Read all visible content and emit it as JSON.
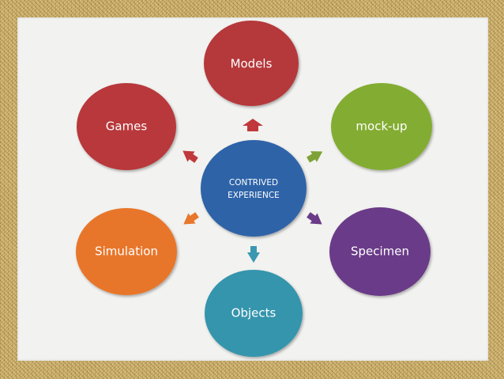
{
  "diagram": {
    "center": {
      "lines": [
        "CONTRIVED",
        "EXPERIENCE"
      ],
      "color": "#2d64a8"
    },
    "nodes": [
      {
        "id": "models",
        "label": "Models",
        "color": "#b5373a",
        "arrow": "#c0383b"
      },
      {
        "id": "mock-up",
        "label": "mock-up",
        "color": "#83ac32",
        "arrow": "#7ea236"
      },
      {
        "id": "specimen",
        "label": "Specimen",
        "color": "#6b3a88",
        "arrow": "#6b3a88"
      },
      {
        "id": "objects",
        "label": "Objects",
        "color": "#3595ad",
        "arrow": "#3a98b0"
      },
      {
        "id": "simulation",
        "label": "Simulation",
        "color": "#e8762b",
        "arrow": "#e8762b"
      },
      {
        "id": "games",
        "label": "Games",
        "color": "#b8373a",
        "arrow": "#c0383b"
      }
    ]
  }
}
